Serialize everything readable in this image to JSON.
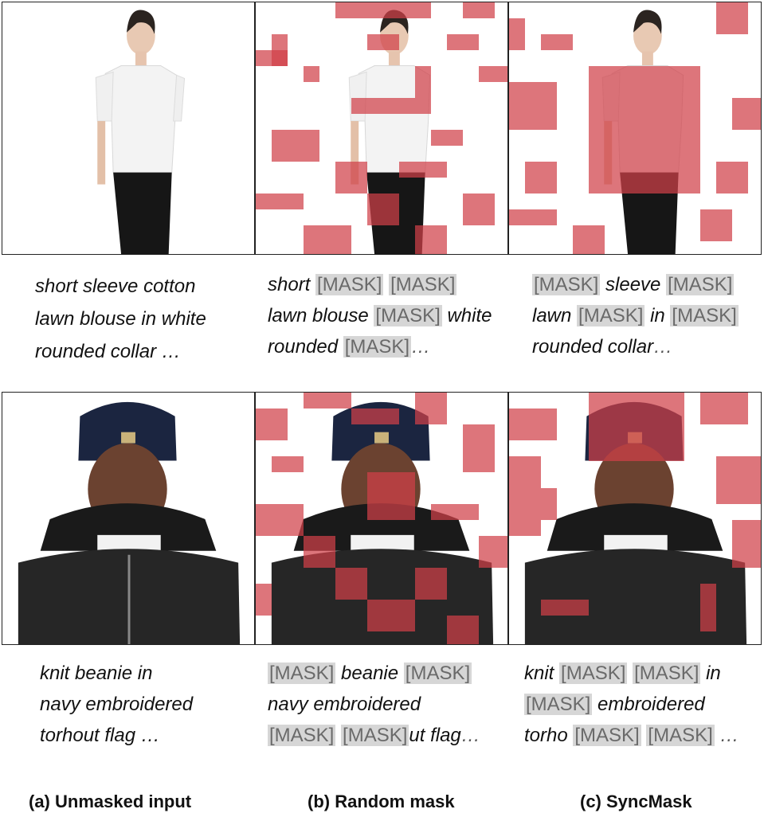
{
  "colors": {
    "mask": "#d04048",
    "token_bg": "#d6d6d6",
    "token_text": "#6a6a6a"
  },
  "row1": {
    "unmasked": {
      "l1": "short sleeve cotton",
      "l2": "lawn blouse in white",
      "l3": "rounded collar …"
    },
    "random": {
      "l1a": "short",
      "l1b": "[MASK]",
      "l1c": "[MASK]",
      "l2a": "lawn blouse",
      "l2b": "[MASK]",
      "l2c": "white",
      "l3a": "rounded",
      "l3b": "[MASK]",
      "l3c": "…"
    },
    "sync": {
      "l1a": "[MASK]",
      "l1b": "sleeve",
      "l1c": "[MASK]",
      "l2a": "lawn",
      "l2b": "[MASK]",
      "l2c": "in",
      "l2d": "[MASK]",
      "l3a": "rounded collar",
      "l3b": "…"
    }
  },
  "row2": {
    "unmasked": {
      "l1": "knit beanie in",
      "l2": "navy embroidered",
      "l3": "torhout flag …"
    },
    "random": {
      "l1a": "[MASK]",
      "l1b": "beanie",
      "l1c": "[MASK]",
      "l2a": "navy embroidered",
      "l3a": "[MASK]",
      "l3b": "[MASK]",
      "l3c": "ut flag",
      "l3d": "…"
    },
    "sync": {
      "l1a": "knit",
      "l1b": "[MASK]",
      "l1c": "[MASK]",
      "l1d": "in",
      "l2a": "[MASK]",
      "l2b": "embroidered",
      "l3a": "torho",
      "l3b": "[MASK]",
      "l3c": "[MASK]",
      "l3d": "…"
    }
  },
  "labels": {
    "a": "(a) Unmasked input",
    "b": "(b) Random mask",
    "c": "(c) SyncMask"
  }
}
